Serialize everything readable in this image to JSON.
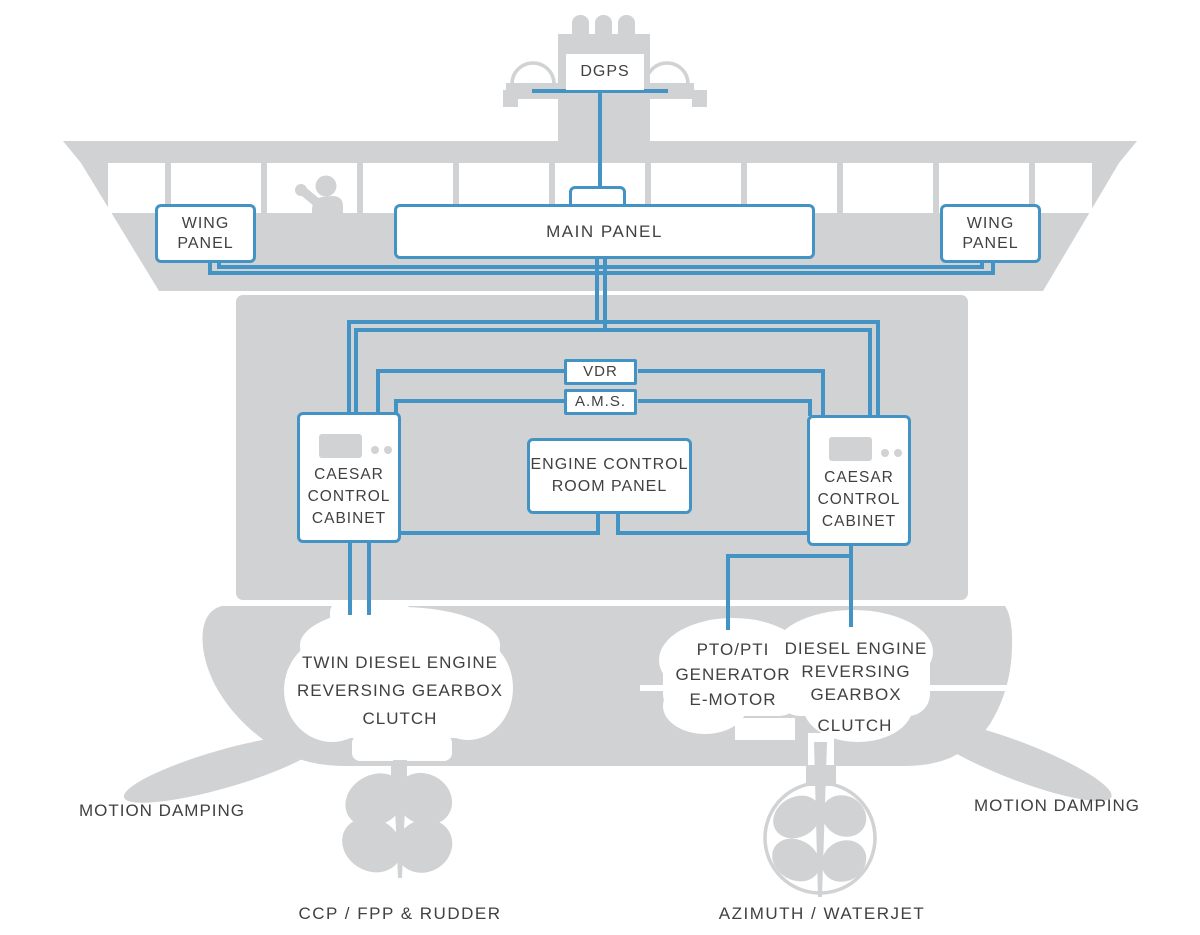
{
  "colors": {
    "ship_gray": "#d0d2d3",
    "line_blue": "#4394c4",
    "text_dark": "#414042"
  },
  "panels": {
    "dgps": {
      "label": "DGPS"
    },
    "wing_left": {
      "label": "WING PANEL"
    },
    "wing_right": {
      "label": "WING PANEL"
    },
    "main": {
      "label": "MAIN PANEL"
    },
    "vdr": {
      "label": "VDR"
    },
    "ams": {
      "label": "A.M.S."
    },
    "cabinet_left": {
      "label": "CAESAR CONTROL CABINET"
    },
    "cabinet_right": {
      "label": "CAESAR CONTROL CABINET"
    },
    "engine_control_room": {
      "label": "ENGINE CONTROL ROOM PANEL"
    }
  },
  "machinery": {
    "twin_engine": {
      "lines": [
        "TWIN DIESEL ENGINE",
        "REVERSING GEARBOX",
        "CLUTCH"
      ]
    },
    "pto_generator": {
      "lines": [
        "PTO/PTI",
        "GENERATOR",
        "E-MOTOR"
      ]
    },
    "diesel_engine": {
      "lines": [
        "DIESEL ENGINE",
        "REVERSING",
        "GEARBOX"
      ]
    },
    "diesel_clutch": {
      "label": "CLUTCH"
    }
  },
  "annotations": {
    "motion_damping_left": "MOTION DAMPING",
    "motion_damping_right": "MOTION DAMPING",
    "propulsion_left": "CCP / FPP & RUDDER",
    "propulsion_right": "AZIMUTH / WATERJET"
  }
}
